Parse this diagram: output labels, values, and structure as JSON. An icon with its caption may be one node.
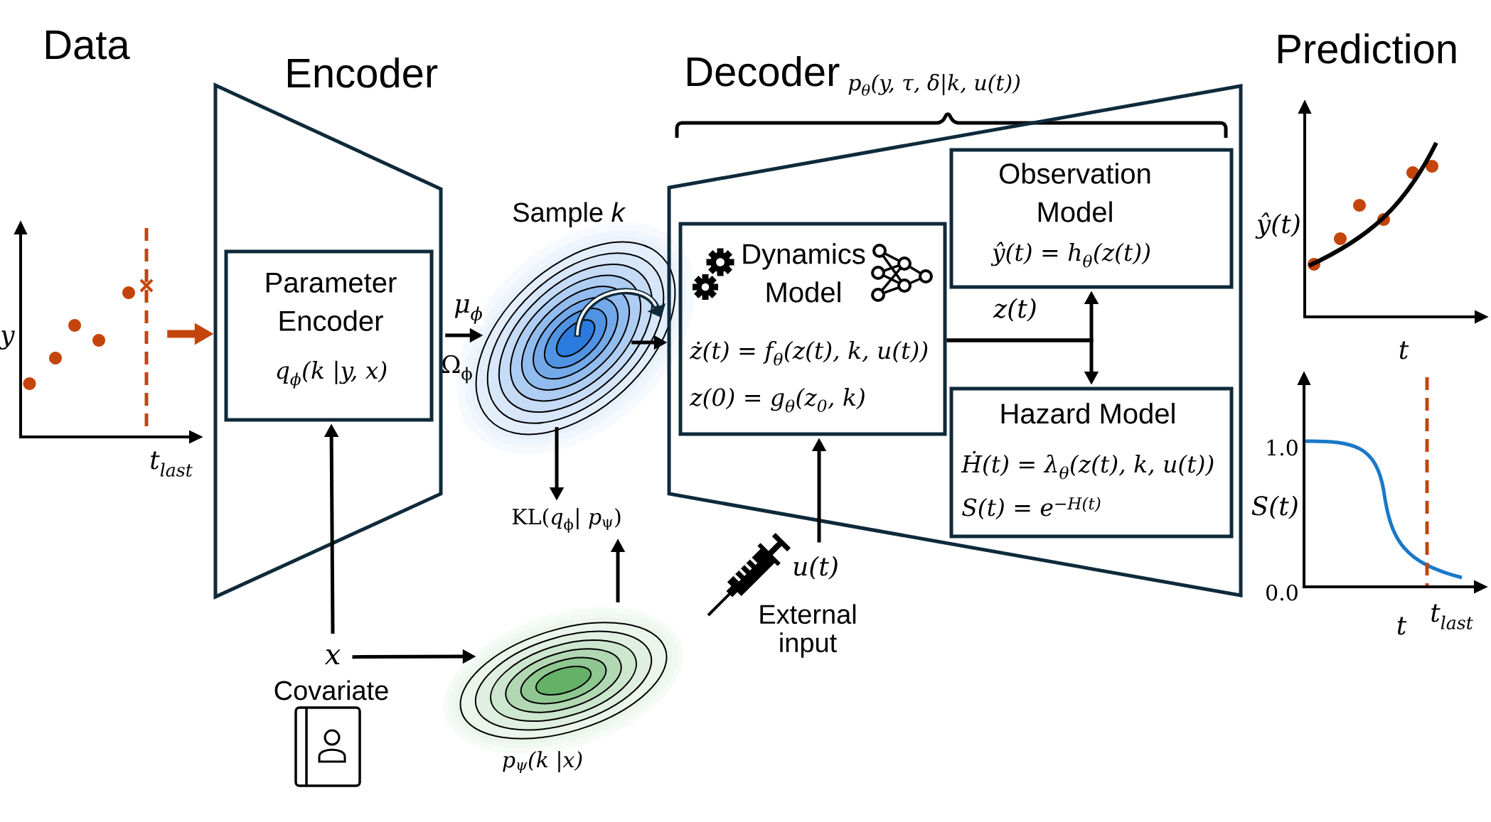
{
  "diagram": {
    "nodes": [
      {
        "text": [],
        "shape": "picture",
        "beside": [
          "y",
          "t$_{last}$"
        ]
      },
      {
        "text": [
          "Encoder"
        ]
      },
      {
        "text": [
          "Parameter Encoder",
          "q$_{ϕ}$(k |y, x)"
        ],
        "in": 1
      },
      {
        "text": [
          "x"
        ],
        "beside": [
          "Covariate"
        ]
      },
      {
        "text": [
          "Sample *k*"
        ]
      },
      {
        "text": [
          "KL(*q*$_{ϕ}$| *p*$_{ψ}$)"
        ]
      },
      {
        "text": [],
        "shape": "picture",
        "beside": [
          "p$_{ψ}$(k |x)"
        ]
      },
      {
        "text": [
          "Decoder",
          "p$_{θ}$(y, τ, δ|k, u(t))"
        ]
      },
      {
        "text": [
          "Dynamics Model",
          "ż(t) = f$_{θ}$(z(t), k, u(t))",
          "z(0) = g$_{θ}$(z$_{0}$, k)"
        ],
        "in": 7
      },
      {
        "text": [
          "Observation Model",
          "ŷ(t) = h$_{θ}$(z(t))"
        ],
        "in": 7
      },
      {
        "text": [
          "Hazard Model",
          "Ḣ(t) = λ$_{θ}$(z(t), k, u(t))",
          "S(t) = e$^{−H(t)}$"
        ],
        "in": 7
      },
      {
        "text": [
          "u(t)"
        ],
        "beside": [
          "External input"
        ]
      }
    ],
    "edges": [
      {
        "from": 0,
        "to": 1,
        "arrow": "to",
        "style": "thick",
        "color": "#c4450c"
      },
      {
        "from": 1,
        "to": 4,
        "arrow": "to",
        "label": "μ$_{ϕ}$"
      },
      {
        "from": 3,
        "to": 2,
        "arrow": "to"
      },
      {
        "from": 3,
        "to": 6,
        "arrow": "to"
      },
      {
        "from": 4,
        "to": 5,
        "arrow": "to"
      },
      {
        "from": 6,
        "to": 5,
        "arrow": "to"
      },
      {
        "from": 4,
        "to": 7,
        "arrow": "to"
      },
      {
        "from": 8,
        "to": 9,
        "arrow": "to",
        "label": "z(t)"
      },
      {
        "from": 8,
        "to": 10,
        "arrow": "to"
      },
      {
        "from": 11,
        "to": 8,
        "arrow": "to"
      }
    ],
    "labels": [
      "Data",
      "Ω$_{ϕ}$",
      "Prediction",
      "ŷ(t)",
      "t",
      "1.0",
      "S(t)",
      "0.0",
      "t",
      "t$_{last}$"
    ]
  }
}
